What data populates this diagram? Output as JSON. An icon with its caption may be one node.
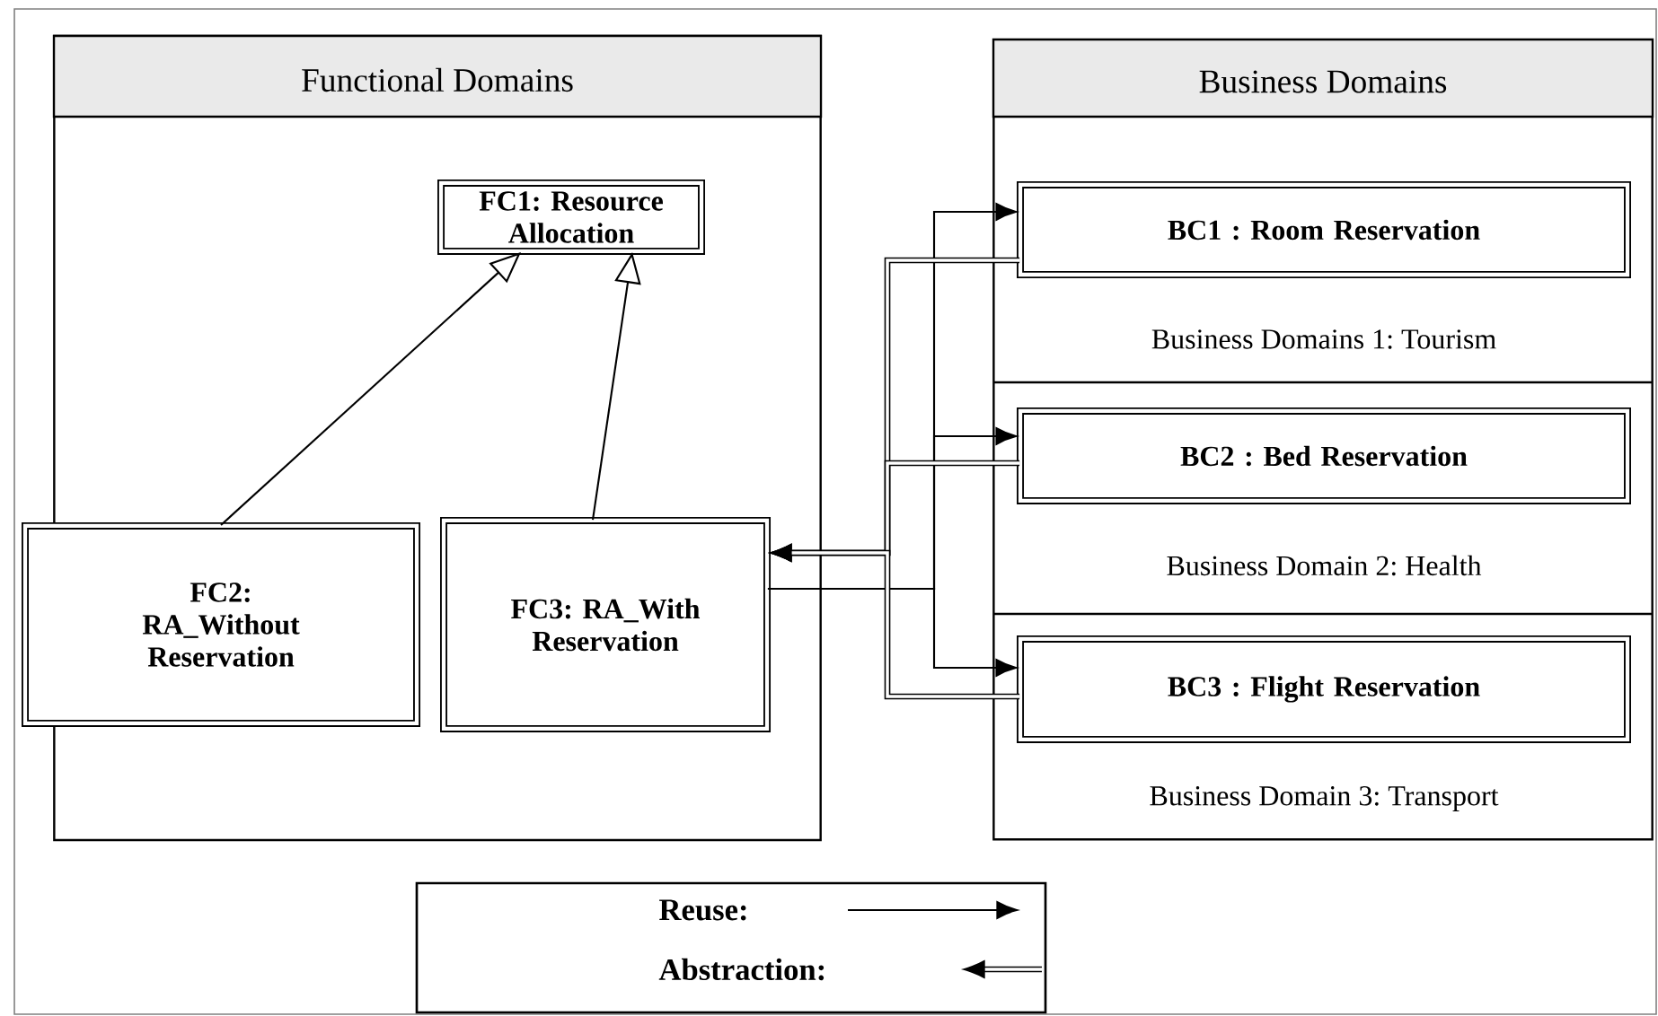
{
  "diagram": {
    "nodes": [
      {
        "text": [
          "Functional Domains"
        ]
      },
      {
        "text": [
          "FC1: Resource Allocation"
        ],
        "in": 0
      },
      {
        "text": [
          "FC2: RA_Without Reservation"
        ],
        "in": 0
      },
      {
        "text": [
          "FC3: RA_With Reservation"
        ],
        "in": 0
      },
      {
        "text": [
          "Business Domains"
        ]
      },
      {
        "text": [
          "BC1 : Room Reservation"
        ],
        "in": 4,
        "beside": [
          "Business Domains 1: Tourism"
        ]
      },
      {
        "text": [
          "BC2 : Bed Reservation"
        ],
        "in": 4,
        "beside": [
          "Business Domain 2: Health"
        ]
      },
      {
        "text": [
          "BC3 : Flight Reservation"
        ],
        "in": 4,
        "beside": [
          "Business Domain 3: Transport"
        ]
      }
    ],
    "edges": [
      {
        "from": 2,
        "to": 1,
        "arrow": "to"
      },
      {
        "from": 3,
        "to": 1,
        "arrow": "to"
      },
      {
        "from": 3,
        "to": 5,
        "arrow": "to"
      },
      {
        "from": 3,
        "to": 6,
        "arrow": "to"
      },
      {
        "from": 3,
        "to": 7,
        "arrow": "to"
      },
      {
        "from": 5,
        "to": 3,
        "arrow": "to",
        "style": "thick"
      },
      {
        "from": 6,
        "to": 3,
        "arrow": "to",
        "style": "thick"
      },
      {
        "from": 7,
        "to": 3,
        "arrow": "to",
        "style": "thick"
      }
    ],
    "legend": [
      {
        "text": "Reuse:"
      },
      {
        "text": "Abstraction:"
      }
    ]
  }
}
